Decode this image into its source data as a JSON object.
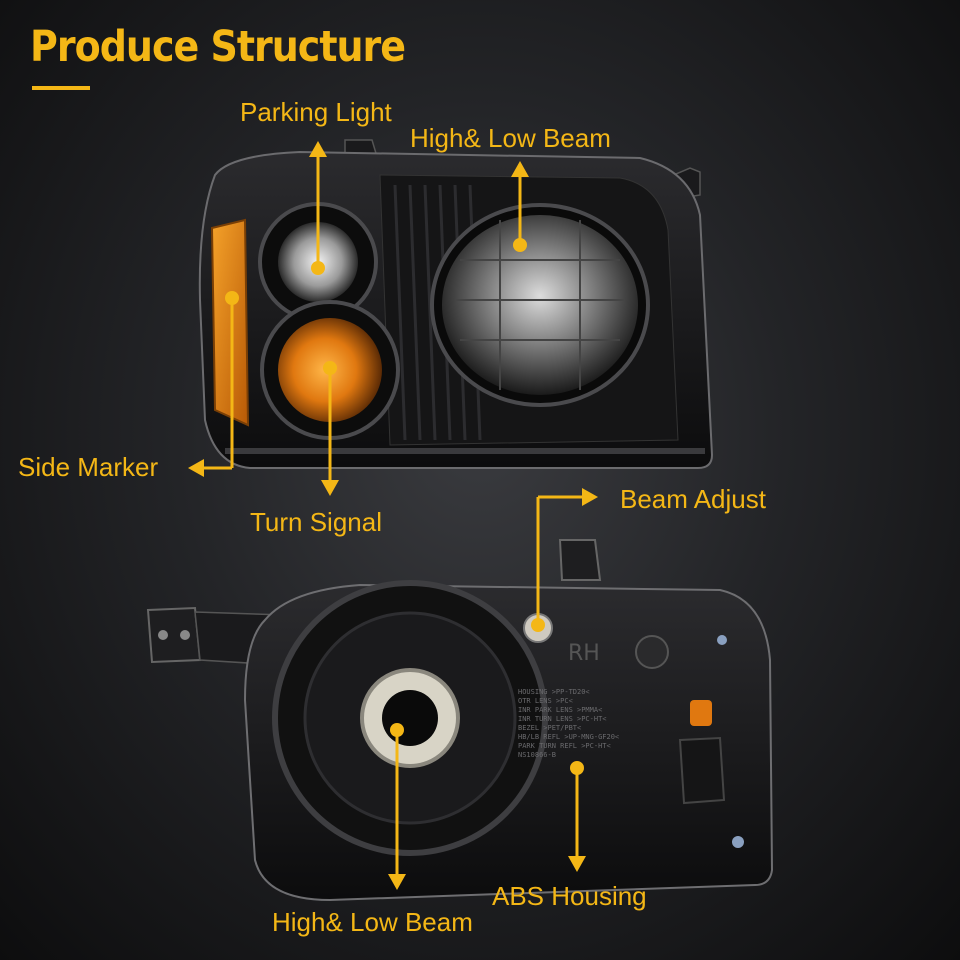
{
  "title": "Produce Structure",
  "labels": {
    "parking_light": "Parking Light",
    "high_low_beam_front": "High& Low Beam",
    "side_marker": "Side Marker",
    "turn_signal": "Turn Signal",
    "beam_adjust": "Beam Adjust",
    "abs_housing": "ABS Housing",
    "high_low_beam_back": "High& Low Beam"
  },
  "back_embossing": {
    "side_mark": "RH",
    "spec_lines": [
      "HOUSING  >PP-TD20<",
      "OTR LENS  >PC<",
      "INR PARK LENS  >PMMA<",
      "INR TURN LENS  >PC-HT<",
      "BEZEL  >PET/PBT<",
      "HB/LB REFL  >UP-MNG-GF20<",
      "PARK TURN REFL  >PC-HT<",
      "NS10866-B"
    ]
  },
  "colors": {
    "accent": "#f4b716",
    "background": "#1e1f22",
    "amber": "#e07810"
  }
}
